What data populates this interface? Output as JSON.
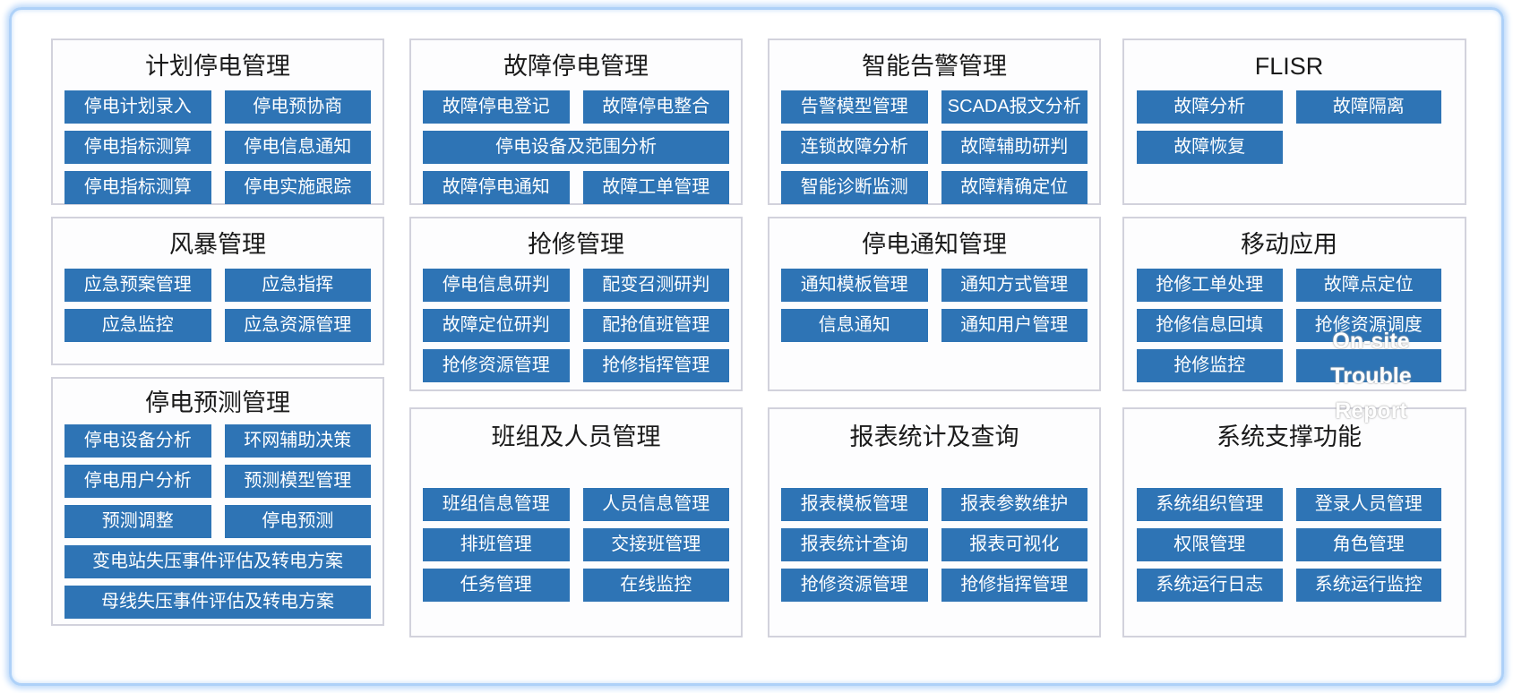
{
  "colors": {
    "accent_blue": "#2E74B5",
    "button_text": "#FFFFFF",
    "panel_border": "#D2D2DC",
    "frame_blue": "#AED1F8",
    "title_text": "#1A1A1A"
  },
  "panels": [
    {
      "title": "计划停电管理",
      "buttons": [
        {
          "label": "停电计划录入"
        },
        {
          "label": "停电预协商"
        },
        {
          "label": "停电指标测算"
        },
        {
          "label": "停电信息通知"
        },
        {
          "label": "停电指标测算"
        },
        {
          "label": "停电实施跟踪"
        }
      ]
    },
    {
      "title": "风暴管理",
      "buttons": [
        {
          "label": "应急预案管理"
        },
        {
          "label": "应急指挥"
        },
        {
          "label": "应急监控"
        },
        {
          "label": "应急资源管理"
        }
      ]
    },
    {
      "title": "停电预测管理",
      "buttons": [
        {
          "label": "停电设备分析"
        },
        {
          "label": "环网辅助决策"
        },
        {
          "label": "停电用户分析"
        },
        {
          "label": "预测模型管理"
        },
        {
          "label": "预测调整"
        },
        {
          "label": "停电预测"
        },
        {
          "label": "变电站失压事件评估及转电方案",
          "wide": true
        },
        {
          "label": "母线失压事件评估及转电方案",
          "wide": true
        }
      ]
    },
    {
      "title": "故障停电管理",
      "buttons": [
        {
          "label": "故障停电登记"
        },
        {
          "label": "故障停电整合"
        },
        {
          "label": "停电设备及范围分析",
          "wide": true
        },
        {
          "label": "故障停电通知"
        },
        {
          "label": "故障工单管理"
        }
      ]
    },
    {
      "title": "抢修管理",
      "buttons": [
        {
          "label": "停电信息研判"
        },
        {
          "label": "配变召测研判"
        },
        {
          "label": "故障定位研判"
        },
        {
          "label": "配抢值班管理"
        },
        {
          "label": "抢修资源管理"
        },
        {
          "label": "抢修指挥管理"
        }
      ]
    },
    {
      "title": "班组及人员管理",
      "buttons": [
        {
          "label": "班组信息管理"
        },
        {
          "label": "人员信息管理"
        },
        {
          "label": "排班管理"
        },
        {
          "label": "交接班管理"
        },
        {
          "label": "任务管理"
        },
        {
          "label": "在线监控"
        }
      ]
    },
    {
      "title": "智能告警管理",
      "buttons": [
        {
          "label": "告警模型管理"
        },
        {
          "label": "SCADA报文分析"
        },
        {
          "label": "连锁故障分析"
        },
        {
          "label": "故障辅助研判"
        },
        {
          "label": "智能诊断监测"
        },
        {
          "label": "故障精确定位"
        }
      ]
    },
    {
      "title": "停电通知管理",
      "buttons": [
        {
          "label": "通知模板管理"
        },
        {
          "label": "通知方式管理"
        },
        {
          "label": "信息通知"
        },
        {
          "label": "通知用户管理"
        }
      ]
    },
    {
      "title": "报表统计及查询",
      "buttons": [
        {
          "label": "报表模板管理"
        },
        {
          "label": "报表参数维护"
        },
        {
          "label": "报表统计查询"
        },
        {
          "label": "报表可视化"
        },
        {
          "label": "抢修资源管理"
        },
        {
          "label": "抢修指挥管理"
        }
      ]
    },
    {
      "title": "FLISR",
      "buttons": [
        {
          "label": "故障分析"
        },
        {
          "label": "故障隔离"
        },
        {
          "label": "故障恢复"
        }
      ]
    },
    {
      "title": "移动应用",
      "buttons": [
        {
          "label": "抢修工单处理"
        },
        {
          "label": "故障点定位"
        },
        {
          "label": "抢修信息回填"
        },
        {
          "label": "抢修资源调度"
        },
        {
          "label": "抢修监控"
        },
        {
          "label": ""
        }
      ]
    },
    {
      "title": "系统支撑功能",
      "buttons": [
        {
          "label": "系统组织管理"
        },
        {
          "label": "登录人员管理"
        },
        {
          "label": "权限管理"
        },
        {
          "label": "角色管理"
        },
        {
          "label": "系统运行日志"
        },
        {
          "label": "系统运行监控"
        }
      ]
    }
  ],
  "overlay": {
    "lines": [
      "On-site",
      "Trouble",
      "Report"
    ]
  }
}
